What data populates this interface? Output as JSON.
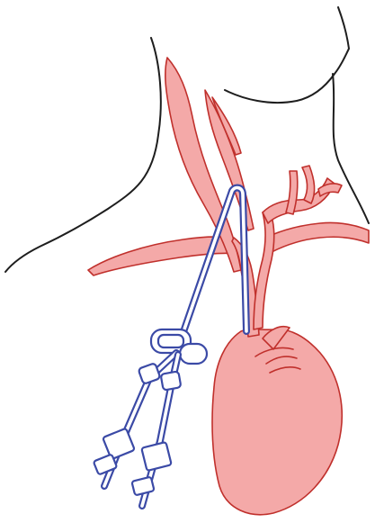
{
  "colors": {
    "vessel_fill": "#f4a9a8",
    "vessel_stroke": "#c0302c",
    "catheter_stroke": "#3b4aa6",
    "outline_stroke": "#1e1e1e",
    "background": "#ffffff"
  },
  "elements": [
    "neck-outline",
    "jaw-outline",
    "shoulder-outline",
    "heart",
    "subclavian-vein",
    "jugular-vein",
    "tunneled-catheter",
    "catheter-lumen-left",
    "catheter-lumen-right"
  ]
}
